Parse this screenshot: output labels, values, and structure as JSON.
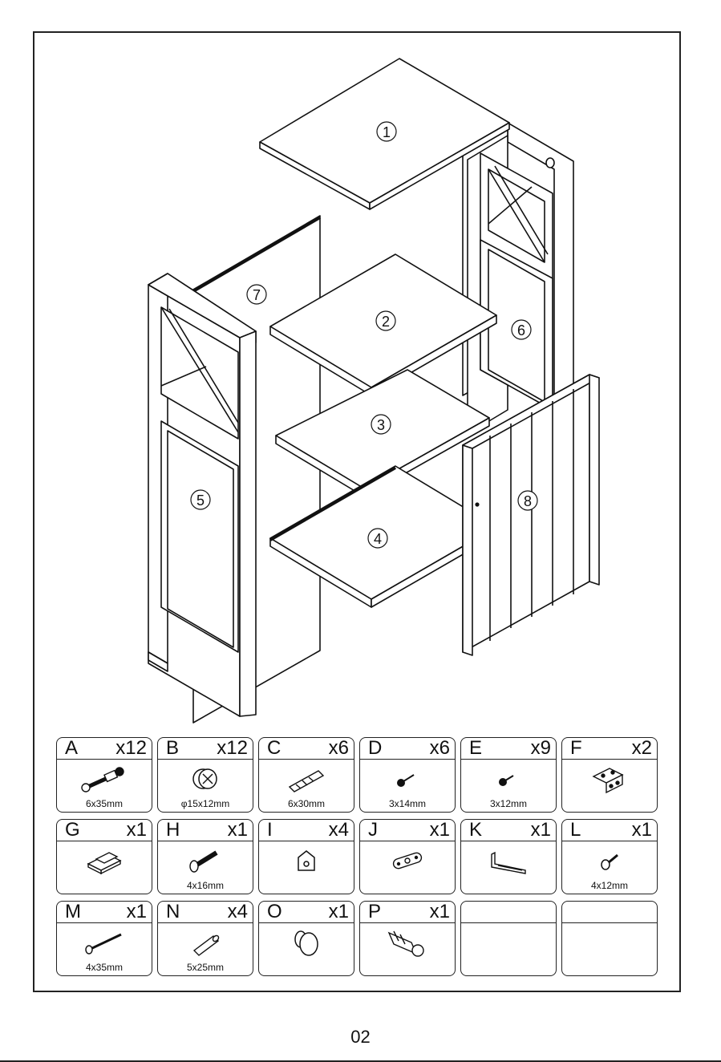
{
  "diagram": {
    "labels": [
      "1",
      "2",
      "3",
      "4",
      "5",
      "6",
      "7",
      "8"
    ]
  },
  "parts": [
    {
      "letter": "A",
      "qty": "x12",
      "size": "6x35mm",
      "icon": "cam-bolt-icon"
    },
    {
      "letter": "B",
      "qty": "x12",
      "size": "φ15x12mm",
      "icon": "cam-lock-icon"
    },
    {
      "letter": "C",
      "qty": "x6",
      "size": "6x30mm",
      "icon": "wood-dowel-icon"
    },
    {
      "letter": "D",
      "qty": "x6",
      "size": "3x14mm",
      "icon": "small-screw-icon"
    },
    {
      "letter": "E",
      "qty": "x9",
      "size": "3x12mm",
      "icon": "small-screw-icon"
    },
    {
      "letter": "F",
      "qty": "x2",
      "size": "",
      "icon": "hinge-icon"
    },
    {
      "letter": "G",
      "qty": "x1",
      "size": "",
      "icon": "magnetic-catch-icon"
    },
    {
      "letter": "H",
      "qty": "x1",
      "size": "4x16mm",
      "icon": "machine-screw-icon"
    },
    {
      "letter": "I",
      "qty": "x4",
      "size": "",
      "icon": "corner-bracket-icon"
    },
    {
      "letter": "J",
      "qty": "x1",
      "size": "",
      "icon": "strike-plate-icon"
    },
    {
      "letter": "K",
      "qty": "x1",
      "size": "",
      "icon": "anti-tip-bracket-icon"
    },
    {
      "letter": "L",
      "qty": "x1",
      "size": "4x12mm",
      "icon": "washer-screw-icon"
    },
    {
      "letter": "M",
      "qty": "x1",
      "size": "4x35mm",
      "icon": "long-screw-icon"
    },
    {
      "letter": "N",
      "qty": "x4",
      "size": "5x25mm",
      "icon": "plastic-peg-icon"
    },
    {
      "letter": "O",
      "qty": "x1",
      "size": "",
      "icon": "knob-icon"
    },
    {
      "letter": "P",
      "qty": "x1",
      "size": "",
      "icon": "wall-anchor-icon"
    },
    {
      "letter": "",
      "qty": "",
      "size": "",
      "icon": ""
    },
    {
      "letter": "",
      "qty": "",
      "size": "",
      "icon": ""
    }
  ],
  "page_number": "02"
}
